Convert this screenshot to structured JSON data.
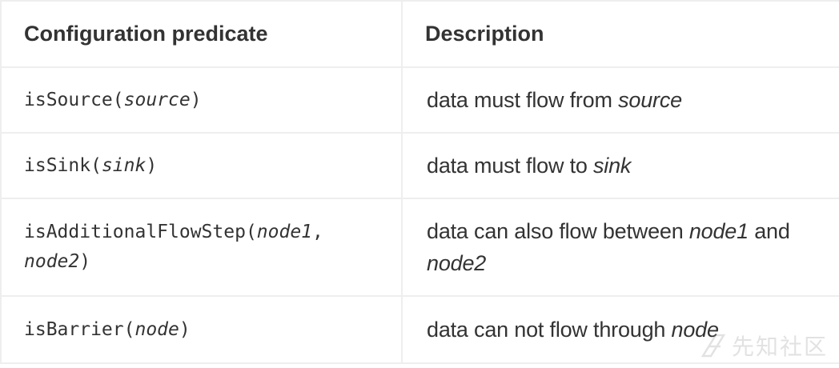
{
  "table": {
    "headers": [
      "Configuration predicate",
      "Description"
    ],
    "rows": [
      {
        "predicate": {
          "name": "isSource(",
          "arg1": "source",
          "sep": "",
          "arg2": "",
          "close": ")"
        },
        "description": {
          "text": "data must flow from ",
          "em1": "source",
          "mid": "",
          "em2": ""
        }
      },
      {
        "predicate": {
          "name": "isSink(",
          "arg1": "sink",
          "sep": "",
          "arg2": "",
          "close": ")"
        },
        "description": {
          "text": "data must flow to ",
          "em1": "sink",
          "mid": "",
          "em2": ""
        }
      },
      {
        "predicate": {
          "name": "isAdditionalFlowStep(",
          "arg1": "node1",
          "sep": ", ",
          "arg2": "node2",
          "close": ")"
        },
        "description": {
          "text": "data can also flow between ",
          "em1": "node1",
          "mid": " and ",
          "em2": "node2"
        }
      },
      {
        "predicate": {
          "name": "isBarrier(",
          "arg1": "node",
          "sep": "",
          "arg2": "",
          "close": ")"
        },
        "description": {
          "text": "data can not flow through ",
          "em1": "node",
          "mid": "",
          "em2": ""
        }
      }
    ]
  },
  "watermark": {
    "text": "先知社区",
    "icon": "site-logo-icon"
  }
}
